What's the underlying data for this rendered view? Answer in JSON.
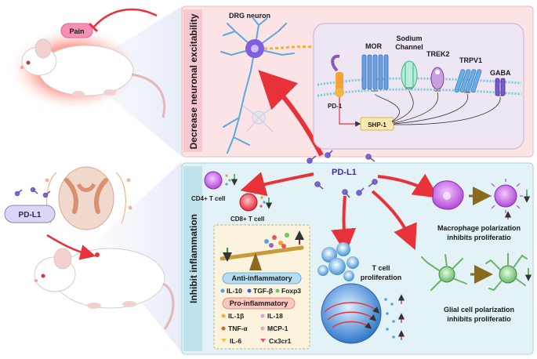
{
  "colors": {
    "top_panel": "#fbe3e6",
    "bottom_panel": "#e3f2f6",
    "red_arrow": "#e8323a",
    "pdl1_text": "#3a2bb0",
    "pain_pill": "#f58fb4"
  },
  "labels": {
    "pain": "Pain",
    "pdl1_pill": "PD-L1",
    "pdl1_center": "PD-L1",
    "drg_neuron": "DRG neuron",
    "decrease_excitability": "Decrease neuronal excitability",
    "inhibit_inflammation": "Inhibit inflammation",
    "cd4": "CD4+ T cell",
    "cd8": "CD8+ T cell",
    "t_cell_line1": "T cell",
    "t_cell_line2": "proliferation",
    "macrophage_line1": "Macrophage polarization",
    "macrophage_line2": "inhibits proliferatio",
    "glial_line1": "Glial cell polarization",
    "glial_line2": "inhibits proliferatio"
  },
  "receptors": {
    "mor": "MOR",
    "sodium_line1": "Sodium",
    "sodium_line2": "Channel",
    "trek2": "TREK2",
    "trpv1": "TRPV1",
    "gaba": "GABA",
    "pd1": "PD-1",
    "shp1": "SHP-1"
  },
  "cytokines": {
    "anti_header": "Anti-inflammatory",
    "anti_items": [
      "IL-10",
      "TGF-β",
      "Foxp3"
    ],
    "pro_header": "Pro-inflammatory",
    "pro_items": [
      "IL-1β",
      "IL-18",
      "TNF-α",
      "MCP-1",
      "IL-6",
      "Cx3cr1"
    ]
  }
}
